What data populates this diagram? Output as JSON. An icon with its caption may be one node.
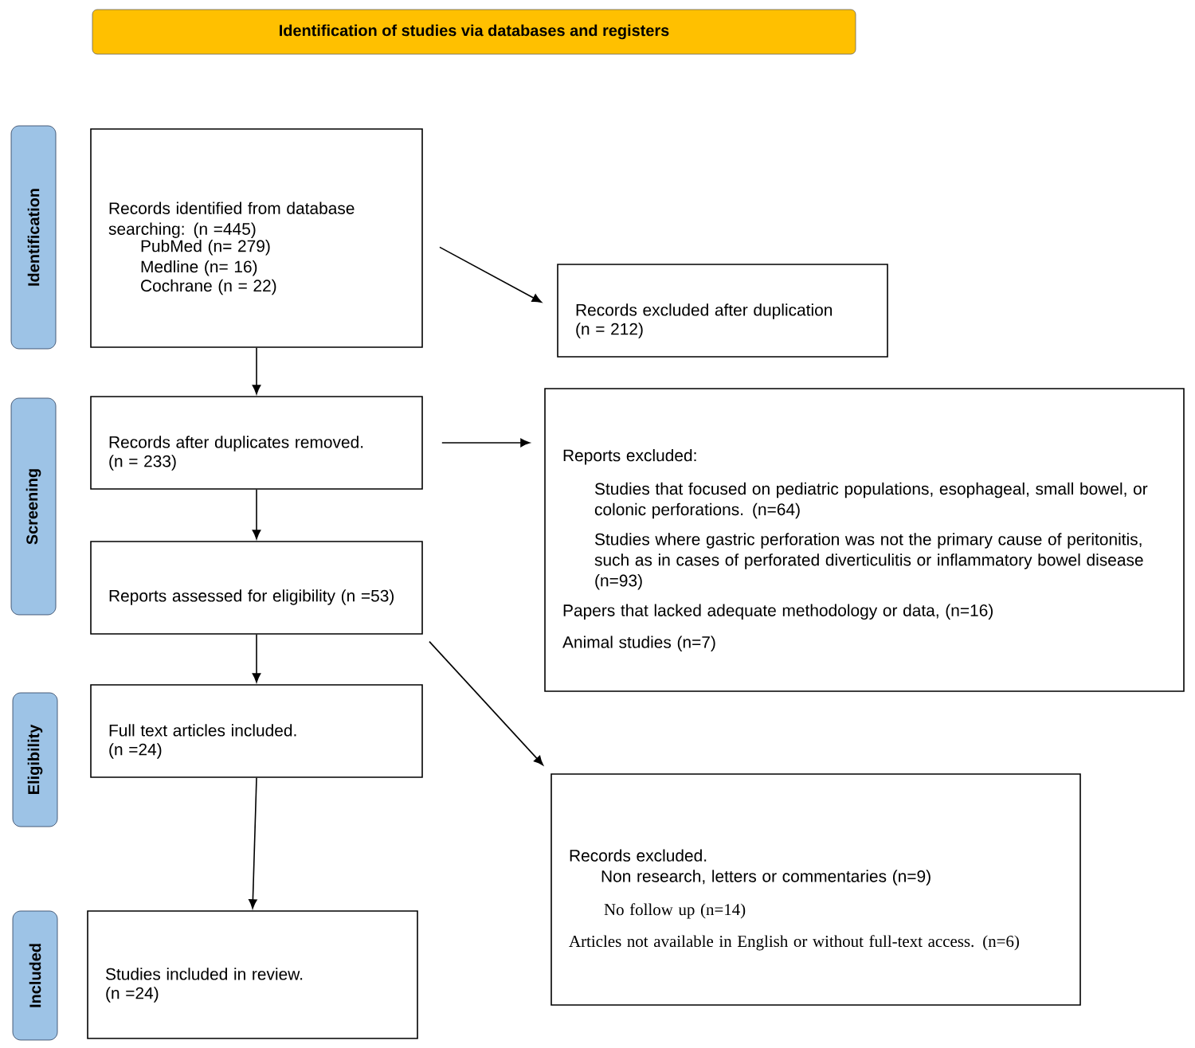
{
  "diagram": {
    "nodes": [
      {
        "text": [
          "Identification of studies via databases and registers"
        ]
      },
      {
        "text": [
          "Identification"
        ]
      },
      {
        "text": [
          "Screening"
        ]
      },
      {
        "text": [
          "Eligibility"
        ]
      },
      {
        "text": [
          "Included"
        ]
      },
      {
        "text": [
          "Records identified from database searching: (n =445)",
          "PubMed (n= 279)",
          "Medline (n= 16)",
          "Cochrane (n = 22)"
        ]
      },
      {
        "text": [
          "Records excluded after duplication",
          "(n = 212)"
        ]
      },
      {
        "text": [
          "Records after duplicates removed.",
          "(n = 233)"
        ]
      },
      {
        "text": [
          "Reports excluded:",
          "Studies that focused on pediatric populations, esophageal, small bowel, or colonic perforations. (n=64)",
          "Studies where gastric perforation was not the primary cause of peritonitis, such as in cases of perforated diverticulitis or inflammatory bowel disease (n=93)",
          "Papers that lacked adequate methodology or data, (n=16)",
          "Animal studies (n=7)"
        ]
      },
      {
        "text": [
          "Reports assessed for eligibility (n =53)"
        ]
      },
      {
        "text": [
          "Full text articles included.",
          "(n =24)"
        ]
      },
      {
        "text": [
          "Records excluded.",
          "Non research, letters or commentaries (n=9)",
          "No follow up (n=14)",
          "Articles not available in English or without full-text access. (n=6)"
        ]
      },
      {
        "text": [
          "Studies included in review.",
          "(n =24)"
        ]
      }
    ],
    "edges": [
      {
        "from": 5,
        "to": 6,
        "arrow": "to"
      },
      {
        "from": 5,
        "to": 7,
        "arrow": "to"
      },
      {
        "from": 7,
        "to": 8,
        "arrow": "to"
      },
      {
        "from": 7,
        "to": 9,
        "arrow": "to"
      },
      {
        "from": 9,
        "to": 10,
        "arrow": "to"
      },
      {
        "from": 9,
        "to": 11,
        "arrow": "to"
      },
      {
        "from": 10,
        "to": 12,
        "arrow": "to"
      }
    ]
  }
}
